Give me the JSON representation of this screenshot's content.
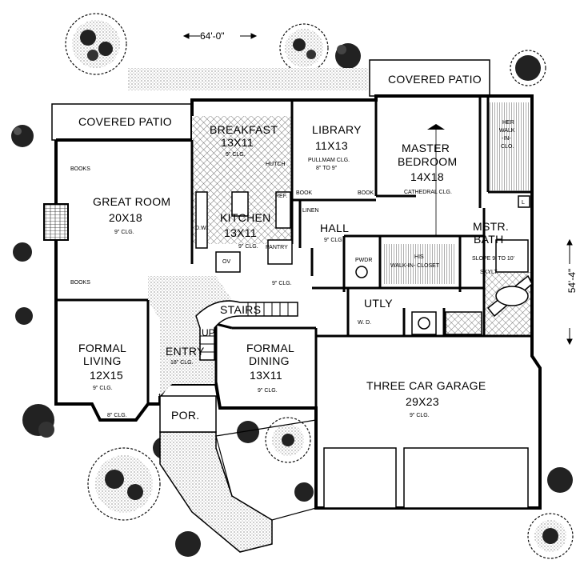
{
  "dimensions": {
    "width": "64'-0\"",
    "depth": "54'-4\""
  },
  "rooms": {
    "covered_patio_left": "COVERED PATIO",
    "covered_patio_right": "COVERED PATIO",
    "breakfast": {
      "name": "BREAKFAST",
      "size": "13X11",
      "clg": "9\" CLG."
    },
    "hutch": "HUTCH",
    "library": {
      "name": "LIBRARY",
      "size": "11X13",
      "clg": "PULLMAM CLG.",
      "clg2": "8\" TO 9\""
    },
    "master": {
      "name": "MASTER",
      "name2": "BEDROOM",
      "size": "14X18",
      "clg": "CATHEDRAL CLG."
    },
    "her_closet": [
      "HER",
      "WALK",
      "-IN-",
      "CLO."
    ],
    "books": [
      "BOOKS",
      "BOOKS",
      "BOOK",
      "BOOK"
    ],
    "great_room": {
      "name": "GREAT ROOM",
      "size": "20X18",
      "clg": "9\" CLG."
    },
    "kitchen": {
      "name": "KITCHEN",
      "size": "13X11",
      "clg": "9\" CLG."
    },
    "ref": "REF.",
    "dw": "D.W.",
    "ov": "OV",
    "pantry": "PANTRY",
    "linen": "LINEN",
    "hall": {
      "name": "HALL",
      "clg": "9\" CLG."
    },
    "mstr_bath": {
      "name": "MSTR.",
      "name2": "BATH",
      "clg": "SLOPE 9' TO 10'",
      "clg2": "SKYLT."
    },
    "l": "L",
    "pwdr": "PWDR",
    "his_closet": {
      "line1": "HIS",
      "line2": "WALK-IN- CLOSET"
    },
    "stair_hall_clg": "9\" CLG.",
    "stairs": "STAIRS",
    "up": "UP",
    "utly": "UTLY",
    "wd": "W.   D.",
    "formal_living": {
      "name": "FORMAL",
      "name2": "LIVING",
      "size": "12X15",
      "clg": "9\" CLG."
    },
    "bay_clg": "8\" CLG.",
    "entry": {
      "name": "ENTRY",
      "clg": "18\" CLG."
    },
    "formal_dining": {
      "name": "FORMAL",
      "name2": "DINING",
      "size": "13X11",
      "clg": "9\" CLG."
    },
    "garage": {
      "name": "THREE CAR GARAGE",
      "size": "29X23",
      "clg": "9\" CLG."
    },
    "porch": "POR."
  }
}
